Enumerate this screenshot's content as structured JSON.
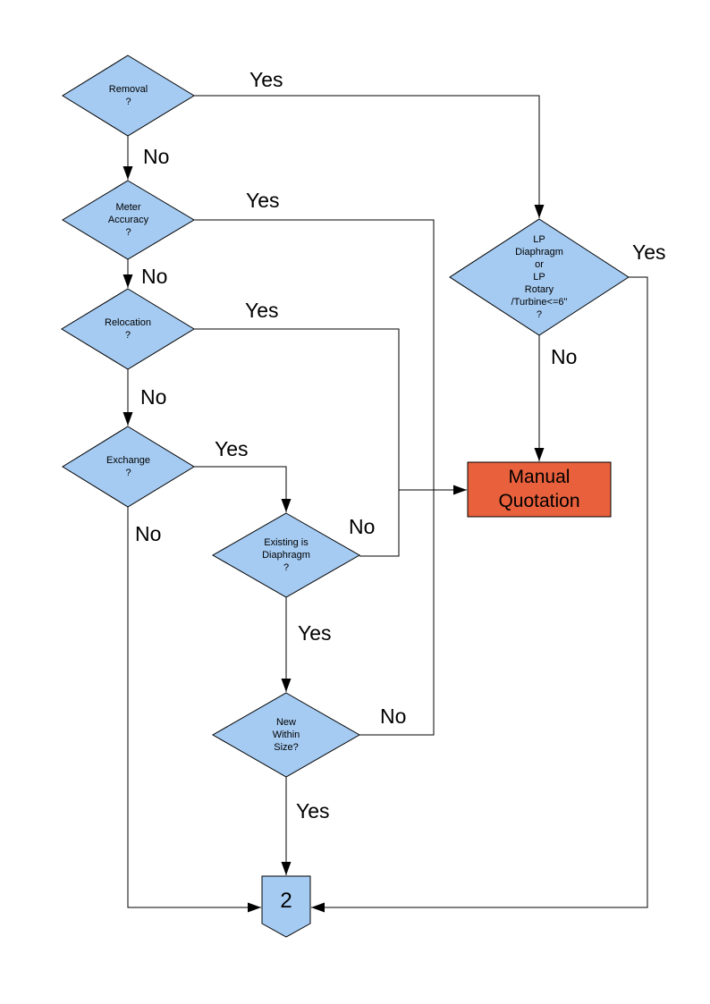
{
  "flowchart": {
    "colors": {
      "decision_fill": "#A5CBF2",
      "action_fill": "#E8603C",
      "connector_fill": "#A5CBF2",
      "line": "#000000",
      "text": "#000000"
    },
    "nodes": {
      "removal": {
        "label": "Removal\n?"
      },
      "meter_accuracy": {
        "label": "Meter\nAccuracy\n?"
      },
      "relocation": {
        "label": "Relocation\n?"
      },
      "exchange": {
        "label": "Exchange\n?"
      },
      "existing_diaphragm": {
        "label": "Existing is\nDiaphragm\n?"
      },
      "new_within_size": {
        "label": "New\nWithin\nSize?"
      },
      "lp_meter": {
        "label": "LP\nDiaphragm\nor\nLP\nRotary\n/Turbine<=6\"\n?"
      },
      "manual_quotation": {
        "label": "Manual\nQuotation"
      },
      "offpage_connector": {
        "label": "2"
      }
    },
    "edge_labels": {
      "removal_yes": "Yes",
      "removal_no": "No",
      "meter_yes": "Yes",
      "meter_no": "No",
      "relocation_yes": "Yes",
      "relocation_no": "No",
      "exchange_yes": "Yes",
      "exchange_no": "No",
      "existing_yes": "Yes",
      "existing_no": "No",
      "new_yes": "Yes",
      "new_no": "No",
      "lp_yes": "Yes",
      "lp_no": "No"
    }
  }
}
